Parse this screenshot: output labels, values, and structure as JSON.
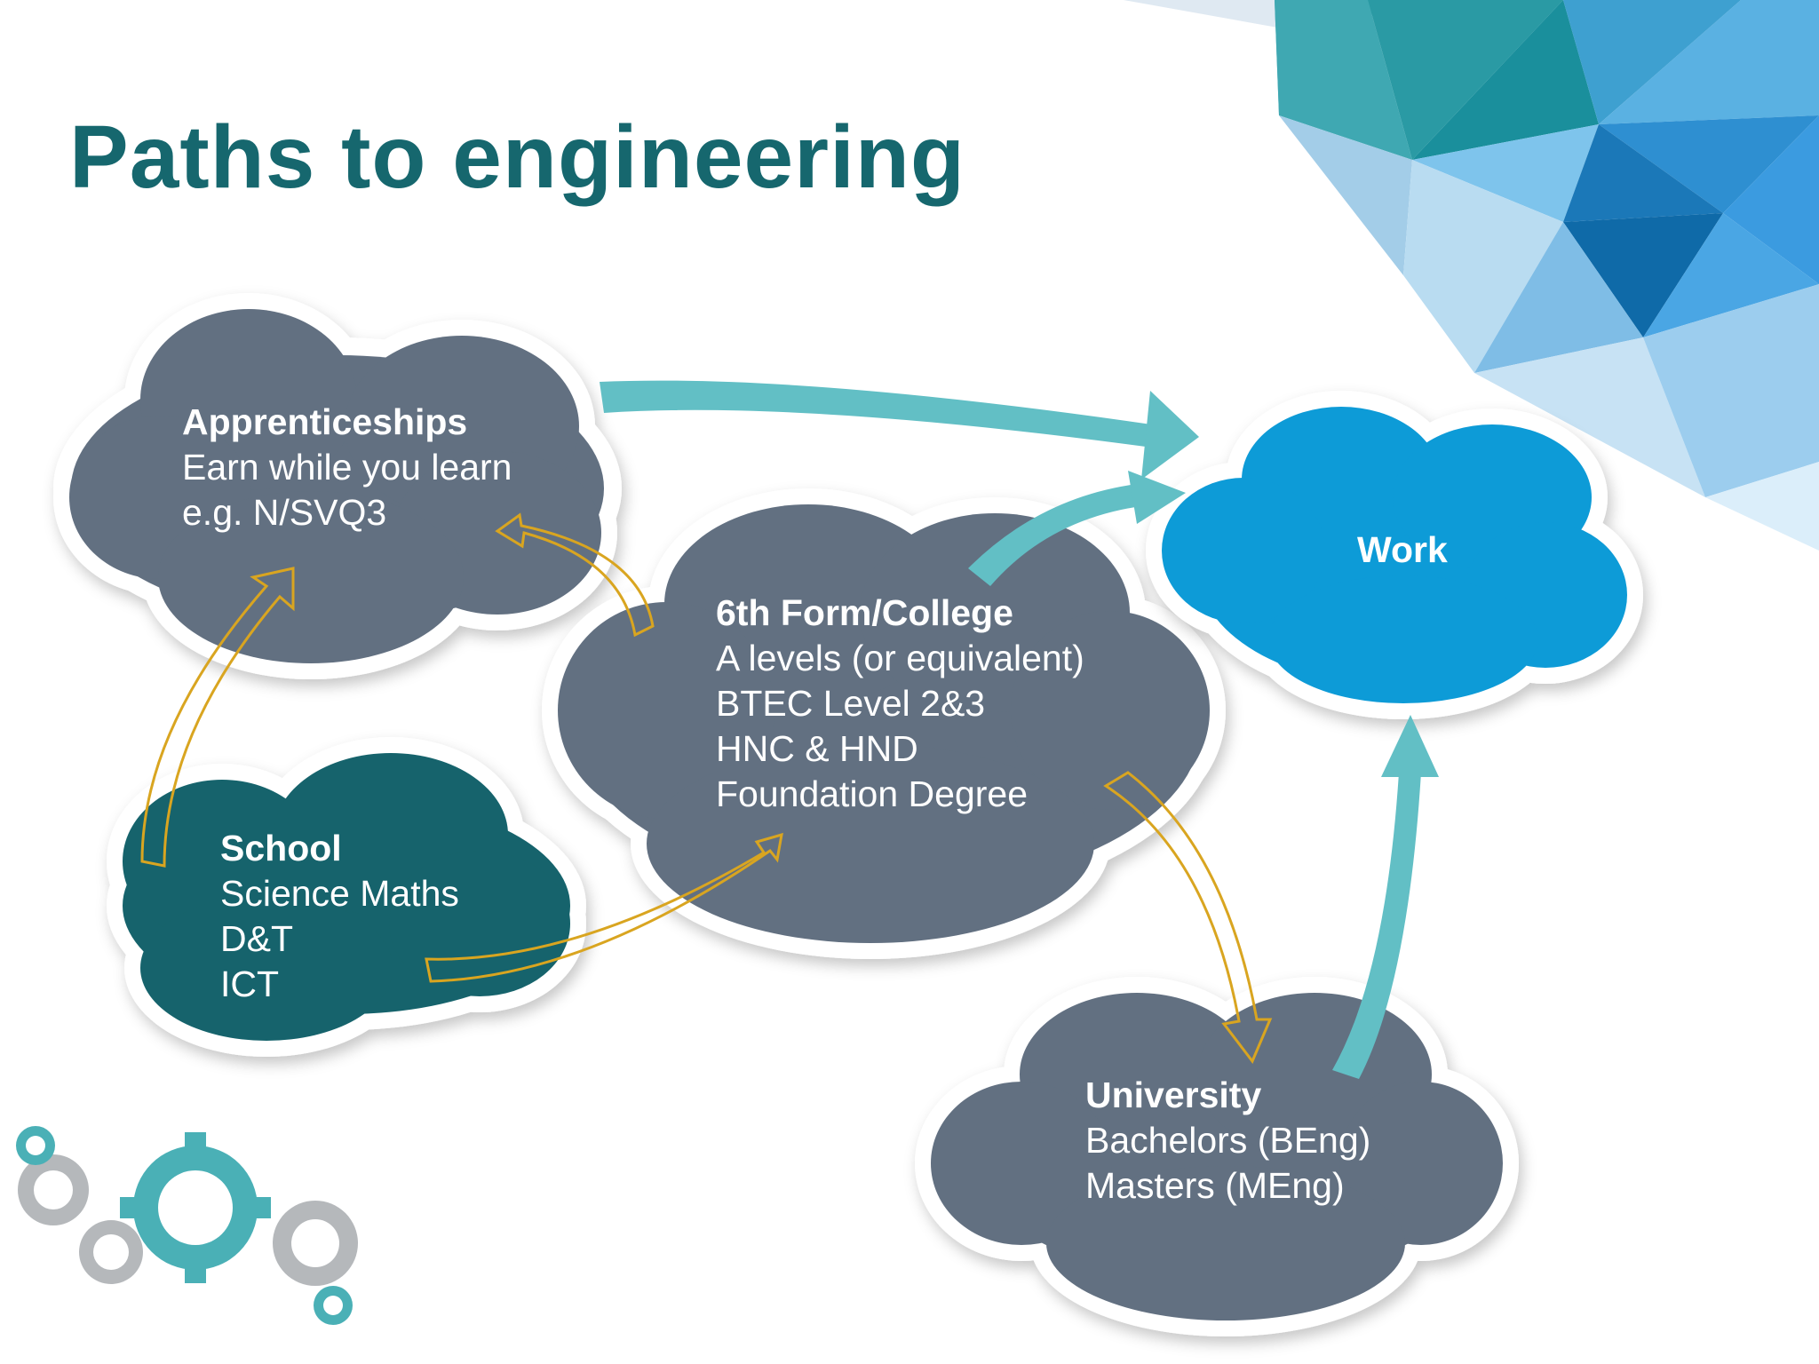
{
  "title": "Paths to engineering",
  "colors": {
    "title": "#16676e",
    "grey_cloud": "#627081",
    "school_cloud": "#14646c",
    "work_cloud": "#0f9bd7",
    "teal_arrow": "#62bfc5",
    "gold_arrow": "#d9a520"
  },
  "clouds": {
    "apprenticeships": {
      "heading": "Apprenticeships",
      "lines": [
        "Earn while you learn",
        "e.g. N/SVQ3"
      ]
    },
    "college": {
      "heading": "6th Form/College",
      "lines": [
        "A levels (or equivalent)",
        "BTEC Level 2&3",
        "HNC & HND",
        "Foundation Degree"
      ]
    },
    "school": {
      "heading": "School",
      "lines": [
        "Science Maths",
        "D&T",
        "ICT"
      ]
    },
    "work": {
      "heading": "Work"
    },
    "university": {
      "heading": "University",
      "lines": [
        "Bachelors (BEng)",
        "Masters (MEng)"
      ]
    }
  },
  "decor": {
    "corner": "triangle-mosaic",
    "gears": "gears-icon"
  }
}
